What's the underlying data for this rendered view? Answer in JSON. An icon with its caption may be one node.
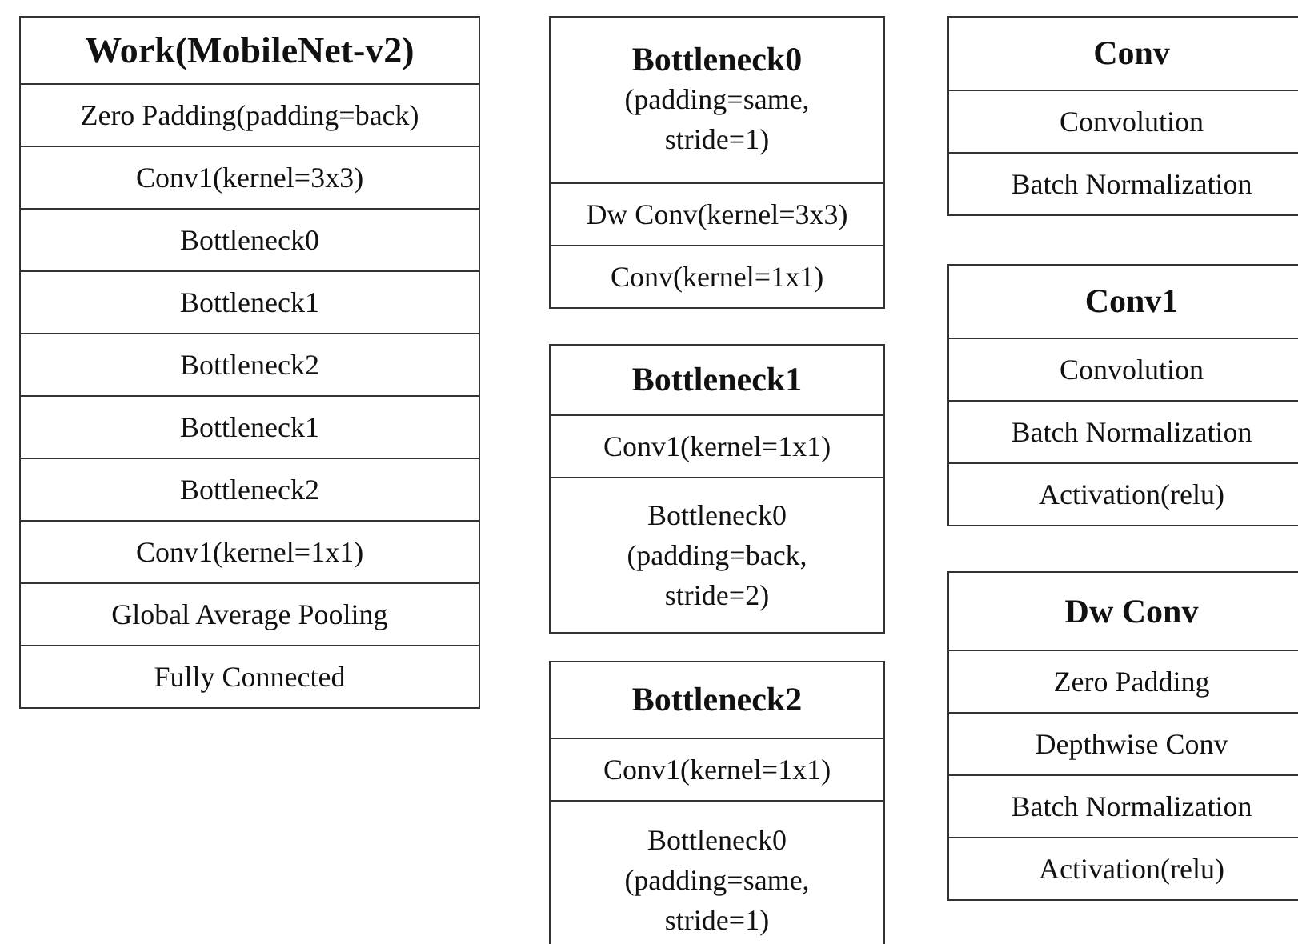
{
  "diagram": {
    "nodes": [
      {
        "text": [
          "Work(MobileNet-v2)"
        ]
      },
      {
        "text": [
          "Zero Padding(padding=back)"
        ],
        "in": 0
      },
      {
        "text": [
          "Conv1(kernel=3x3)"
        ],
        "in": 0
      },
      {
        "text": [
          "Bottleneck0"
        ],
        "in": 0
      },
      {
        "text": [
          "Bottleneck1"
        ],
        "in": 0
      },
      {
        "text": [
          "Bottleneck2"
        ],
        "in": 0
      },
      {
        "text": [
          "Bottleneck1"
        ],
        "in": 0
      },
      {
        "text": [
          "Bottleneck2"
        ],
        "in": 0
      },
      {
        "text": [
          "Conv1(kernel=1x1)"
        ],
        "in": 0
      },
      {
        "text": [
          "Global Average Pooling"
        ],
        "in": 0
      },
      {
        "text": [
          "Fully Connected"
        ],
        "in": 0
      },
      {
        "text": [
          "Bottleneck0",
          "(padding=same, stride=1)"
        ]
      },
      {
        "text": [
          "Dw Conv(kernel=3x3)"
        ],
        "in": 11
      },
      {
        "text": [
          "Conv(kernel=1x1)"
        ],
        "in": 11
      },
      {
        "text": [
          "Bottleneck1"
        ]
      },
      {
        "text": [
          "Conv1(kernel=1x1)"
        ],
        "in": 14
      },
      {
        "text": [
          "Bottleneck0 (padding=back, stride=2)"
        ],
        "in": 14
      },
      {
        "text": [
          "Bottleneck2"
        ]
      },
      {
        "text": [
          "Conv1(kernel=1x1)"
        ],
        "in": 17
      },
      {
        "text": [
          "Bottleneck0 (padding=same, stride=1)"
        ],
        "in": 17
      },
      {
        "text": [
          "Conv"
        ]
      },
      {
        "text": [
          "Convolution"
        ],
        "in": 20
      },
      {
        "text": [
          "Batch Normalization"
        ],
        "in": 20
      },
      {
        "text": [
          "Conv1"
        ]
      },
      {
        "text": [
          "Convolution"
        ],
        "in": 23
      },
      {
        "text": [
          "Batch Normalization"
        ],
        "in": 23
      },
      {
        "text": [
          "Activation(relu)"
        ],
        "in": 23
      },
      {
        "text": [
          "Dw Conv"
        ]
      },
      {
        "text": [
          "Zero Padding"
        ],
        "in": 27
      },
      {
        "text": [
          "Depthwise Conv"
        ],
        "in": 27
      },
      {
        "text": [
          "Batch Normalization"
        ],
        "in": 27
      },
      {
        "text": [
          "Activation(relu)"
        ],
        "in": 27
      }
    ]
  }
}
